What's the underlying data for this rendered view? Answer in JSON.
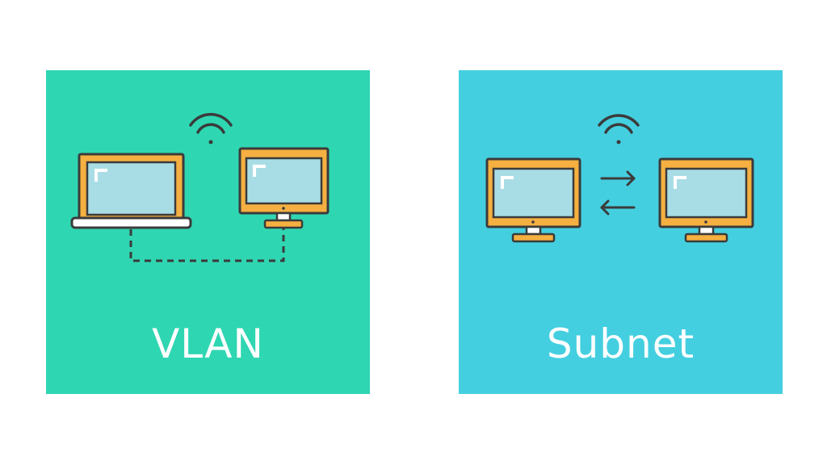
{
  "colors": {
    "vlan_bg": "#2fd6b2",
    "subnet_bg": "#44cfe0",
    "device_frame": "#f5b041",
    "device_outline": "#3b3b3b",
    "screen": "#a9dde6",
    "stand": "#ffffff",
    "line": "#3b3b3b"
  },
  "panels": {
    "vlan": {
      "label": "VLAN",
      "icons": [
        "wifi-icon",
        "laptop-icon",
        "desktop-monitor-icon",
        "dashed-cable-connection"
      ]
    },
    "subnet": {
      "label": "Subnet",
      "icons": [
        "wifi-icon",
        "desktop-monitor-icon",
        "arrow-right-icon",
        "arrow-left-icon",
        "desktop-monitor-icon"
      ]
    }
  }
}
